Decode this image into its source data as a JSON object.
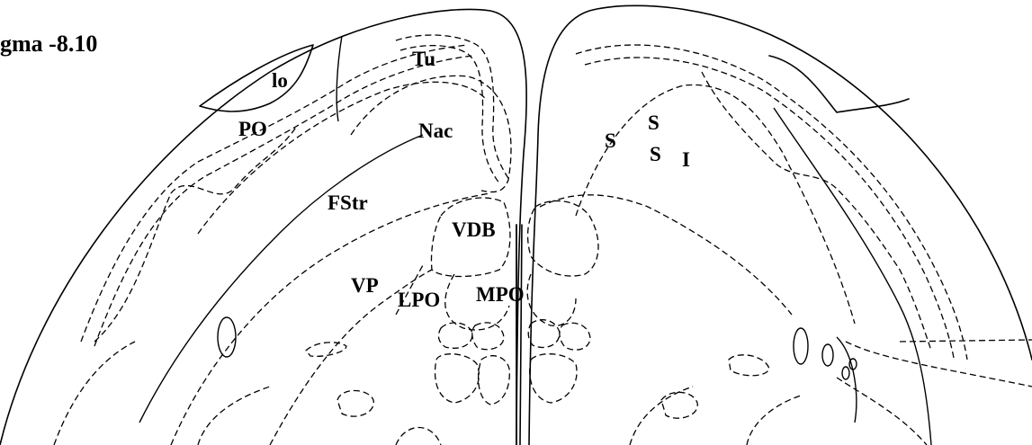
{
  "title": "gma  -8.10",
  "colors": {
    "stroke": "#000000",
    "background": "#ffffff"
  },
  "labels": {
    "lo": "lo",
    "tu": "Tu",
    "po": "PO",
    "nac": "Nac",
    "fstr": "FStr",
    "vdb": "VDB",
    "vp": "VP",
    "lpo": "LPO",
    "mpo": "MPO",
    "s1": "S",
    "s2": "S",
    "s3": "S",
    "i": "I"
  }
}
